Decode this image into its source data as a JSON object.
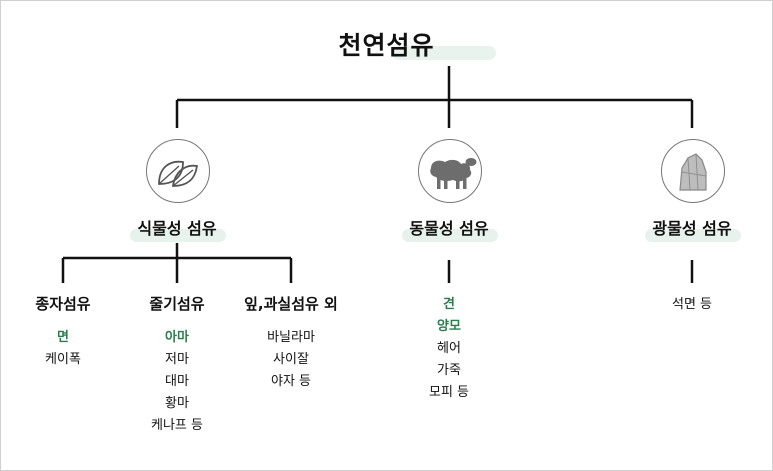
{
  "title": "천연섬유",
  "categories": [
    {
      "label": "식물성 섬유",
      "icon": "leaves-icon"
    },
    {
      "label": "동물성 섬유",
      "icon": "sheep-icon"
    },
    {
      "label": "광물성 섬유",
      "icon": "rock-icon"
    }
  ],
  "plant": {
    "groups": [
      {
        "label": "종자섬유",
        "items": [
          {
            "text": "면",
            "highlight": true
          },
          {
            "text": "케이폭",
            "highlight": false
          }
        ]
      },
      {
        "label": "줄기섬유",
        "items": [
          {
            "text": "아마",
            "highlight": true
          },
          {
            "text": "저마",
            "highlight": false
          },
          {
            "text": "대마",
            "highlight": false
          },
          {
            "text": "황마",
            "highlight": false
          },
          {
            "text": "케나프 등",
            "highlight": false
          }
        ]
      },
      {
        "label": "잎,과실섬유 외",
        "items": [
          {
            "text": "바닐라마",
            "highlight": false
          },
          {
            "text": "사이잘",
            "highlight": false
          },
          {
            "text": "야자 등",
            "highlight": false
          }
        ]
      }
    ]
  },
  "animal": {
    "items": [
      {
        "text": "견",
        "highlight": true
      },
      {
        "text": "양모",
        "highlight": true
      },
      {
        "text": "헤어",
        "highlight": false
      },
      {
        "text": "가죽",
        "highlight": false
      },
      {
        "text": "모피 등",
        "highlight": false
      }
    ]
  },
  "mineral": {
    "items": [
      {
        "text": "석면 등",
        "highlight": false
      }
    ]
  },
  "colors": {
    "line": "#111111",
    "highlight_text": "#2e7d4f",
    "highlight_bg": "#e7f2ec"
  }
}
